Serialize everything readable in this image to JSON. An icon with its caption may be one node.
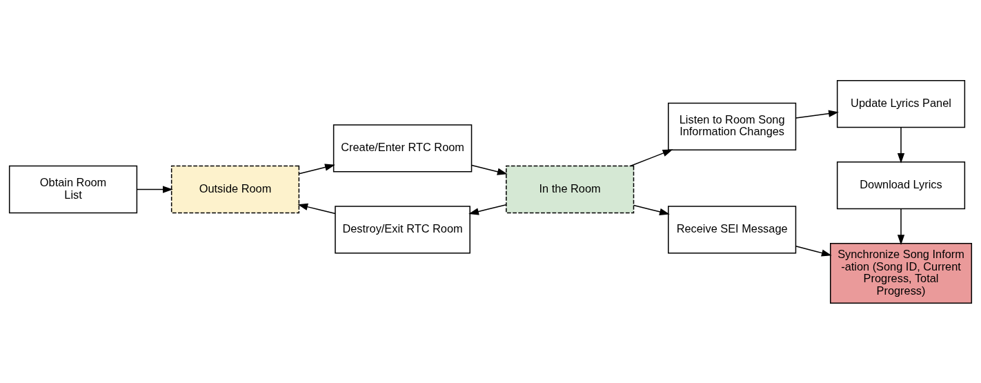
{
  "diagram": {
    "nodes": [
      {
        "text": [
          "Obtain Room List"
        ]
      },
      {
        "text": [
          "Outside Room"
        ]
      },
      {
        "text": [
          "Create/Enter RTC Room"
        ]
      },
      {
        "text": [
          "In the Room"
        ]
      },
      {
        "text": [
          "Destroy/Exit RTC Room"
        ]
      },
      {
        "text": [
          "Listen to Room Song Information Changes"
        ]
      },
      {
        "text": [
          "Update Lyrics Panel"
        ]
      },
      {
        "text": [
          "Download Lyrics"
        ]
      },
      {
        "text": [
          "Receive SEI Message"
        ]
      },
      {
        "text": [
          "Synchronize Song Inform -ation (Song ID, Current Progress, Total Progress)"
        ]
      }
    ],
    "edges": [
      {
        "from": 0,
        "to": 1,
        "arrow": "to"
      },
      {
        "from": 1,
        "to": 2,
        "arrow": "to"
      },
      {
        "from": 2,
        "to": 3,
        "arrow": "to"
      },
      {
        "from": 3,
        "to": 4,
        "arrow": "to"
      },
      {
        "from": 4,
        "to": 1,
        "arrow": "to"
      },
      {
        "from": 3,
        "to": 5,
        "arrow": "to"
      },
      {
        "from": 5,
        "to": 6,
        "arrow": "to"
      },
      {
        "from": 6,
        "to": 7,
        "arrow": "to"
      },
      {
        "from": 7,
        "to": 9,
        "arrow": "to"
      },
      {
        "from": 3,
        "to": 8,
        "arrow": "to"
      },
      {
        "from": 8,
        "to": 9,
        "arrow": "to"
      }
    ]
  }
}
